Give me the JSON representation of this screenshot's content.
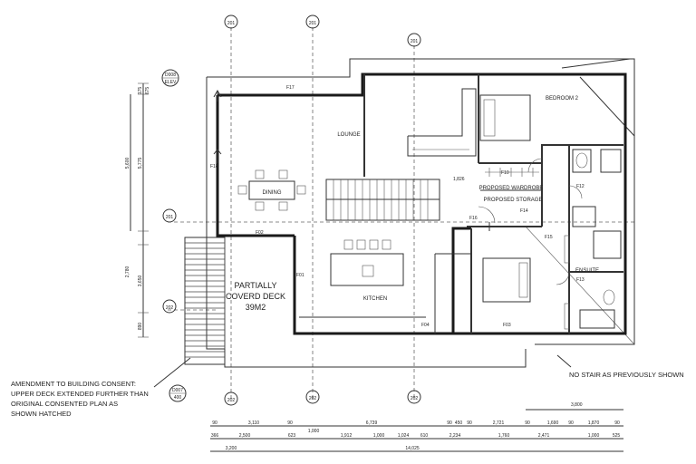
{
  "rooms": {
    "lounge": "LOUNGE",
    "dining": "DINING",
    "kitchen": "KITCHEN",
    "bedroom2": "BEDROOM 2",
    "ensuite": "ENSUITE",
    "proposed_wardrobe": "PROPOSED WARDROBE",
    "proposed_storage": "PROPOSED STORAGE",
    "deck_line1": "PARTIALLY",
    "deck_line2": "COVERD DECK",
    "deck_line3": "39M2"
  },
  "notes": {
    "amendment": [
      "AMENDMENT TO BUILDING CONSENT:",
      "UPPER DECK EXTENDED FURTHER THAN",
      "ORIGINAL CONSENTED PLAN AS",
      "SHOWN HATCHED"
    ],
    "no_stair": "NO STAIR AS PREVIOUSLY SHOWN"
  },
  "tags": {
    "f17": "F17",
    "f18": "F18",
    "f02": "F02",
    "f01": "F01",
    "f04": "F04",
    "f03": "F03",
    "f10": "F10",
    "f12": "F12",
    "f14": "F14",
    "f15": "F15",
    "f16": "F16",
    "f13": "F13",
    "dim_1826": "1,826",
    "dim_3800": "3,800"
  },
  "dims_bottom": {
    "row1": [
      "90",
      "3,110",
      "90",
      "6,739",
      "90",
      "450",
      "90",
      "2,721",
      "90",
      "1,690",
      "90",
      "1,870",
      "90"
    ],
    "row2": [
      "366",
      "2,500",
      "623",
      "1,000",
      "1,912",
      "1,000",
      "1,024",
      "610",
      "2,234",
      "1,760",
      "2,471",
      "1,000",
      "525"
    ],
    "row3": [
      "3,200",
      "14,025"
    ]
  },
  "dims_left": [
    "175",
    "675",
    "5,600",
    "5,775",
    "2,780",
    "3,650",
    "890"
  ],
  "grid_bubbles": {
    "top": [
      "201",
      "201",
      "201"
    ],
    "bottom": [
      "202",
      "202",
      "202"
    ],
    "left": [
      "201",
      "202"
    ],
    "detail": [
      "D008 (ELEV)",
      "D007 400"
    ]
  }
}
